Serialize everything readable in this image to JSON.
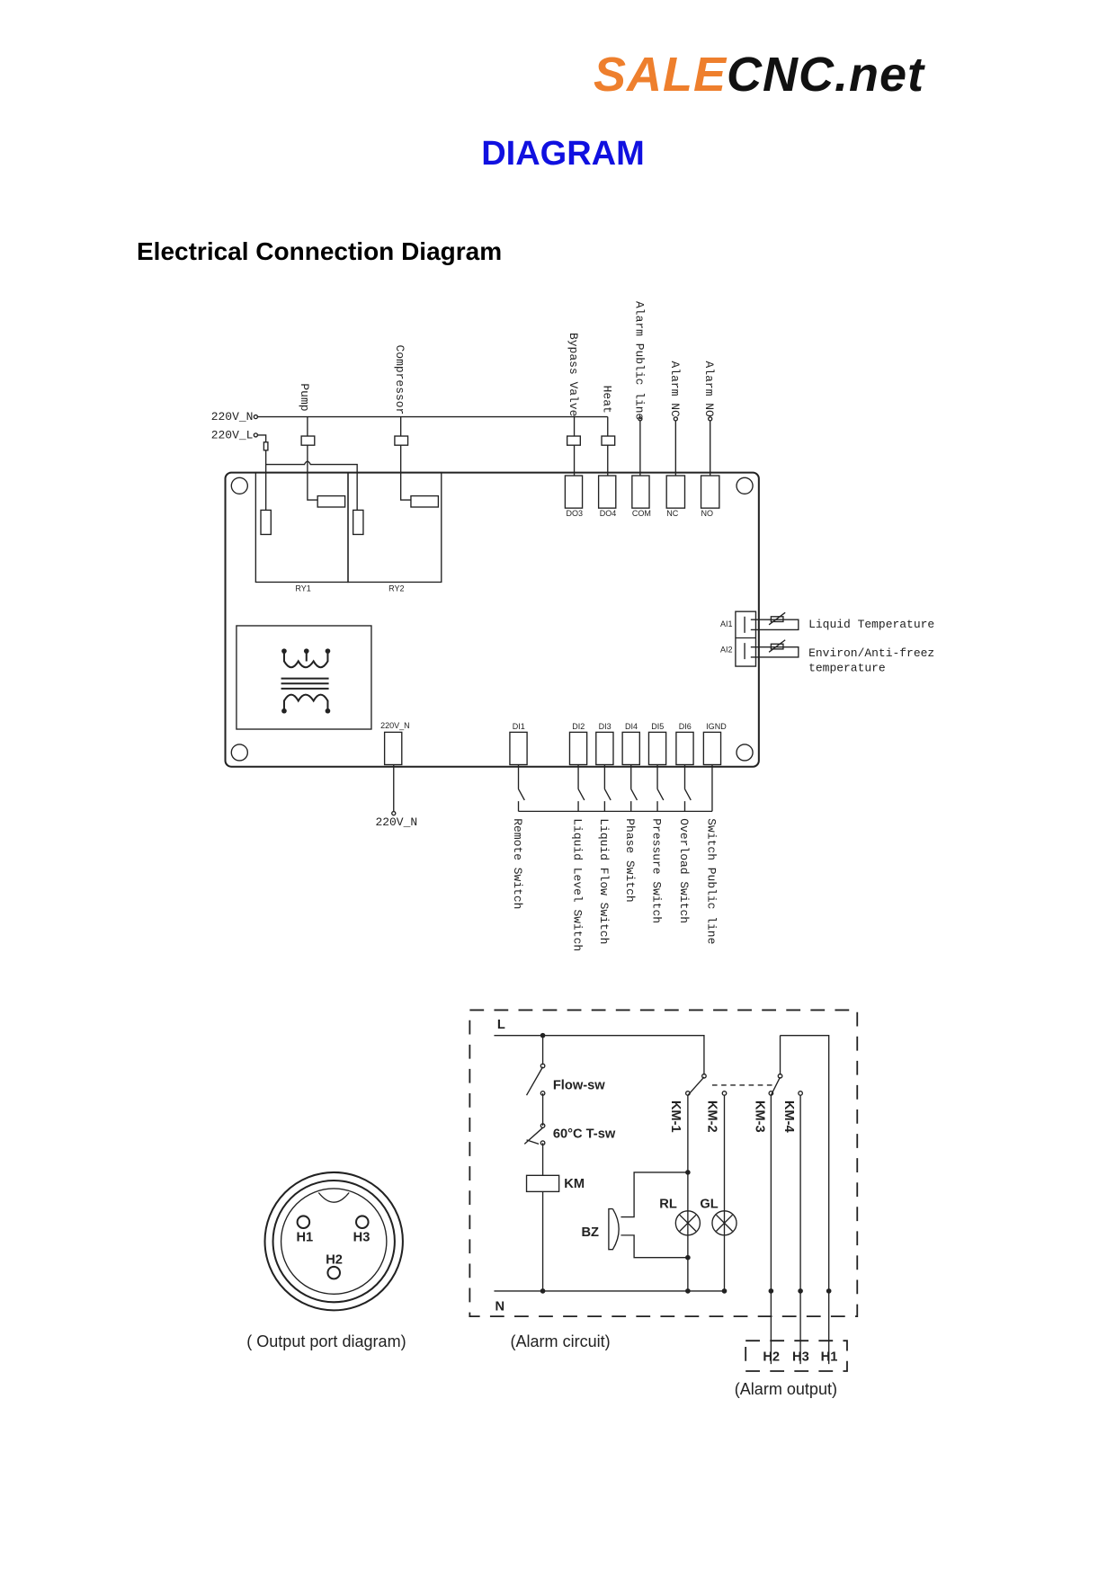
{
  "logo": {
    "part1": "SALE",
    "part2": "CNC.net",
    "colors": {
      "part1": "#ee7f2d",
      "part2": "#111111"
    }
  },
  "title": "DIAGRAM",
  "title_color": "#1010e0",
  "subtitle": "Electrical Connection Diagram",
  "board": {
    "power": {
      "n": "220V_N",
      "l": "220V_L",
      "bottom_terminal": "220V_N",
      "bottom_wire": "220V_N"
    },
    "loads": [
      {
        "label": "Pump"
      },
      {
        "label": "Compressor"
      },
      {
        "label": "Bypass Valve",
        "terminal": "DO3"
      },
      {
        "label": "Heat",
        "terminal": "DO4"
      }
    ],
    "alarm_outputs": [
      {
        "label": "Alarm Public line",
        "terminal": "COM"
      },
      {
        "label": "Alarm NC",
        "terminal": "NC"
      },
      {
        "label": "Alarm NO",
        "terminal": "NO"
      }
    ],
    "relays": [
      "RY1",
      "RY2"
    ],
    "sensors": [
      {
        "terminal": "AI1",
        "label": "Liquid Temperature"
      },
      {
        "terminal": "AI2",
        "label": "Environ/Anti-freez",
        "label2": "temperature"
      }
    ],
    "inputs": [
      {
        "terminal": "DI1",
        "label": "Remote Switch"
      },
      {
        "terminal": "DI2",
        "label": "Liquid Level Switch"
      },
      {
        "terminal": "DI3",
        "label": "Liquid Flow Switch"
      },
      {
        "terminal": "DI4",
        "label": "Phase Switch"
      },
      {
        "terminal": "DI5",
        "label": "Pressure Switch"
      },
      {
        "terminal": "DI6",
        "label": "Overload Switch"
      },
      {
        "terminal": "IGND",
        "label": "Switch Public line"
      }
    ]
  },
  "alarm": {
    "l": "L",
    "n": "N",
    "flow_sw": "Flow-sw",
    "t_sw": "60°C T-sw",
    "km": "KM",
    "bz": "BZ",
    "rl": "RL",
    "gl": "GL",
    "contacts": [
      "KM-1",
      "KM-2",
      "KM-3",
      "KM-4"
    ],
    "outputs": [
      "H2",
      "H3",
      "H1"
    ],
    "caption_circuit": "(Alarm circuit)",
    "caption_output": "(Alarm output)"
  },
  "port": {
    "pins": [
      "H1",
      "H3",
      "H2"
    ],
    "caption": "( Output port diagram)"
  }
}
